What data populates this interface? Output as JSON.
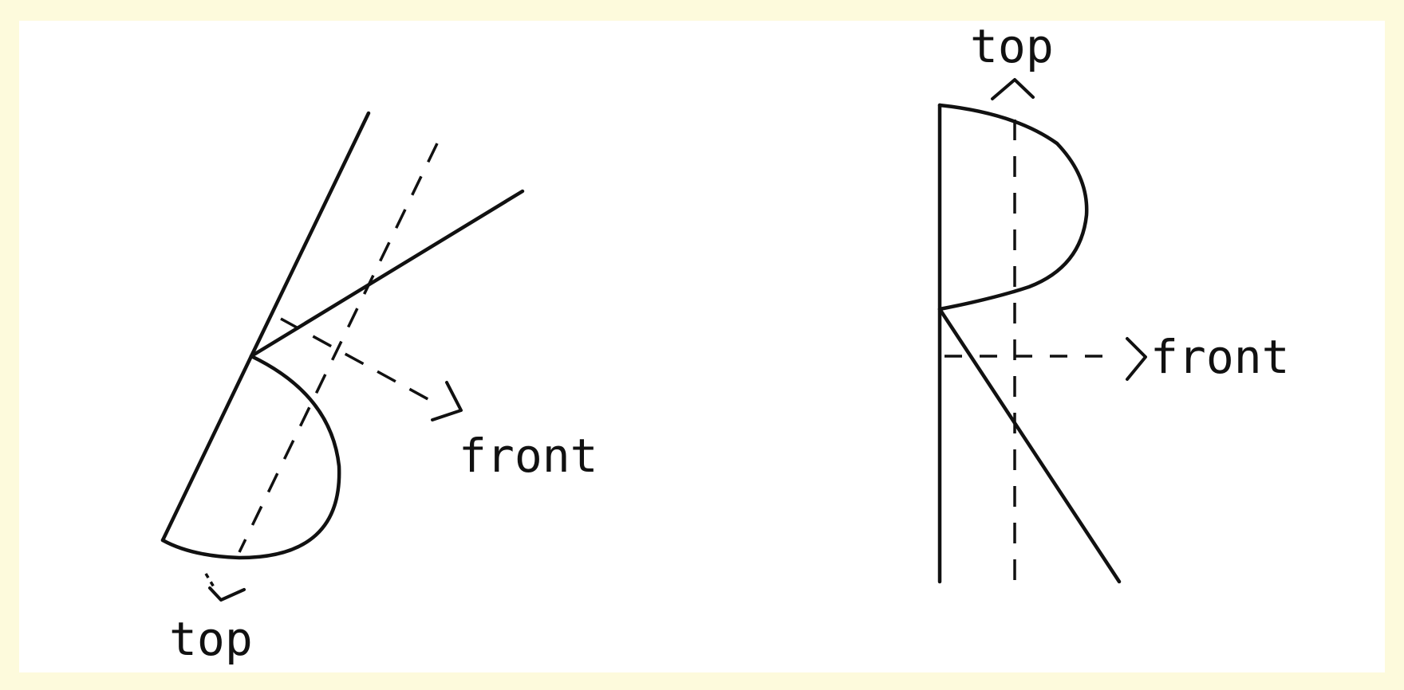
{
  "diagram": {
    "left_figure": {
      "top_label": "top",
      "front_label": "front"
    },
    "right_figure": {
      "top_label": "top",
      "front_label": "front"
    }
  }
}
